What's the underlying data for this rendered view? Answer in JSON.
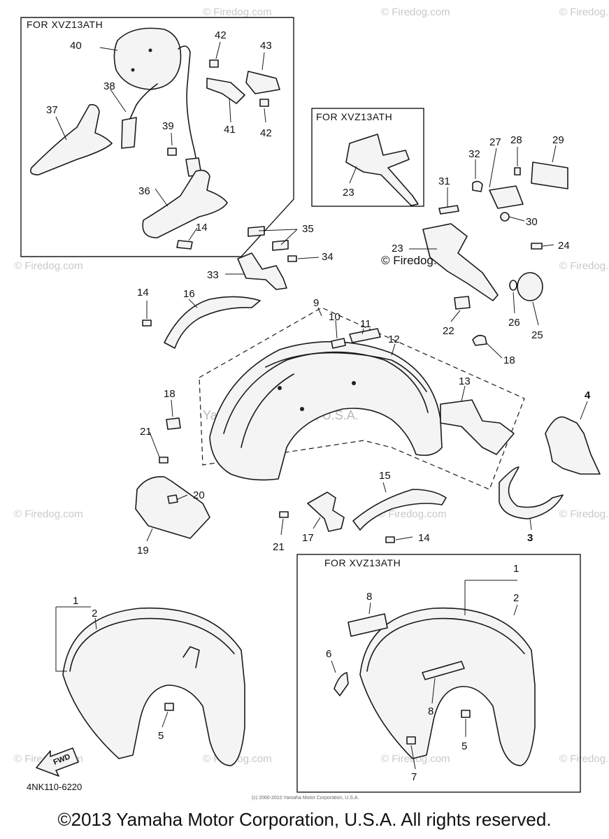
{
  "box_labels": {
    "top_left": "FOR XVZ13ATH",
    "top_middle": "FOR XVZ13ATH",
    "bottom_right": "FOR XVZ13ATH"
  },
  "watermark": {
    "main": "Yamaha Motor Corp, U.S.A.",
    "firedog": "© Firedog.com",
    "repeat": "© Firedog.com"
  },
  "callouts": {
    "c1a": "1",
    "c2a": "2",
    "c3": "3",
    "c4": "4",
    "c5a": "5",
    "c1b": "1",
    "c2b": "2",
    "c5b": "5",
    "c6": "6",
    "c7": "7",
    "c8a": "8",
    "c8b": "8",
    "c9": "9",
    "c10": "10",
    "c11": "11",
    "c12": "12",
    "c13": "13",
    "c14a": "14",
    "c14b": "14",
    "c14c": "14",
    "c15": "15",
    "c16": "16",
    "c17": "17",
    "c18a": "18",
    "c18b": "18",
    "c19": "19",
    "c20": "20",
    "c21a": "21",
    "c21b": "21",
    "c22": "22",
    "c23a": "23",
    "c23b": "23",
    "c24": "24",
    "c25": "25",
    "c26": "26",
    "c27": "27",
    "c28": "28",
    "c29": "29",
    "c30": "30",
    "c31": "31",
    "c32": "32",
    "c33": "33",
    "c34": "34",
    "c35": "35",
    "c36": "36",
    "c37": "37",
    "c38": "38",
    "c39": "39",
    "c40": "40",
    "c41": "41",
    "c42a": "42",
    "c42b": "42",
    "c43": "43"
  },
  "fwd_label": "FWD",
  "diagram_code": "4NK110-6220",
  "copyright": "©2013 Yamaha Motor Corporation, U.S.A. All rights reserved.",
  "copyright_small": "(c) 2000-2010 Yamaha Motor Corporation, U.S.A."
}
